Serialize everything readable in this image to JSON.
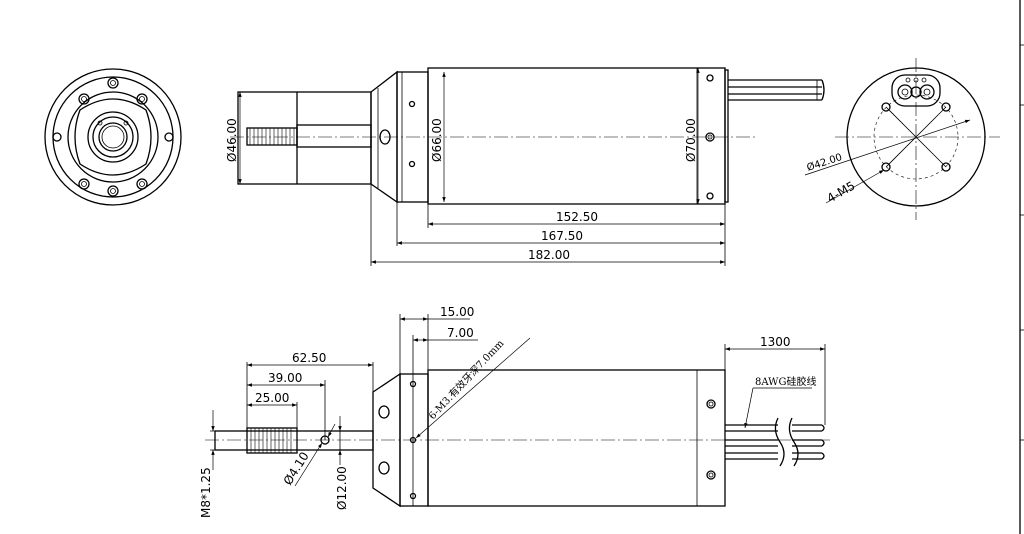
{
  "dimensions": {
    "front": {
      "d_shaft_body": "Ø46.00",
      "d_flange": "Ø66.00",
      "d_body": "Ø70.00",
      "len_152": "152.50",
      "len_167": "167.50",
      "len_182": "182.00"
    },
    "rear": {
      "pcd": "Ø42.00",
      "holes": "4-M5"
    },
    "side": {
      "d15": "15.00",
      "d7": "7.00",
      "l62": "62.50",
      "l39": "39.00",
      "l25": "25.00",
      "thread": "M8*1.25",
      "hole4": "Ø4.10",
      "shaft12": "Ø12.00",
      "flange_holes": "6-M3.有效牙深7.0mm",
      "lead_len": "1300",
      "wire": "8AWG硅胶线"
    }
  },
  "colors": {
    "line": "#000000",
    "background": "#ffffff"
  }
}
